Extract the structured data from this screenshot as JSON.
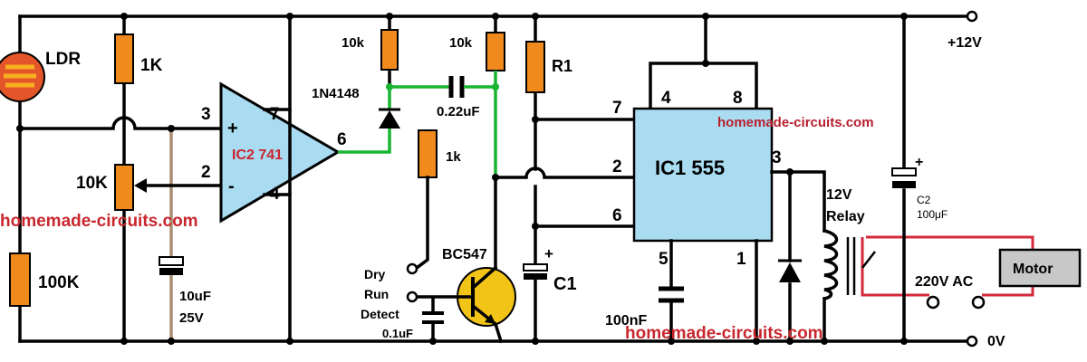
{
  "labels": {
    "ldr": "LDR",
    "r_1k_top": "1K",
    "pot_10k": "10K",
    "r_100k": "100K",
    "pin3": "3",
    "pin2": "2",
    "plus": "+",
    "minus": "-",
    "pin7_opamp": "7",
    "pin6_opamp": "6",
    "pin4_opamp": "4",
    "opamp_name": "IC2 741",
    "c_10uf": "10uF",
    "c_25v": "25V",
    "r_10k_a": "10k",
    "r_10k_b": "10k",
    "diode_1n4148": "1N4148",
    "c_022": "0.22uF",
    "r_1k_mid": "1k",
    "r1": "R1",
    "transistor": "BC547",
    "dry": "Dry",
    "run": "Run",
    "detect": "Detect",
    "c_01uf": "0.1uF",
    "c1": "C1",
    "c1_plus": "+",
    "ic555_pin4": "4",
    "ic555_pin8": "8",
    "ic555_pin7": "7",
    "ic555_pin2": "2",
    "ic555_pin6": "6",
    "ic555_pin5": "5",
    "ic555_pin1": "1",
    "ic555_pin3": "3",
    "ic555_name": "IC1 555",
    "c_100nf": "100nF",
    "relay_12v": "12V",
    "relay": "Relay",
    "ac_220v": "220V AC",
    "motor": "Motor",
    "c2": "C2",
    "c2_value": "100μF",
    "c2_plus": "+",
    "supply_12v": "+12V",
    "supply_0v": "0V"
  },
  "watermarks": {
    "left": "homemade-circuits.com",
    "ic": "homemade-circuits.com",
    "bottom": "homemade-circuits.com"
  },
  "colors": {
    "resistor": "#f08a1c",
    "ic_body": "#a9dbf1",
    "transistor": "#f3c418",
    "green_wire": "#19b532",
    "red_wire": "#d42a3c",
    "watermark": "#c8272d",
    "ldr": "#e4562a"
  }
}
